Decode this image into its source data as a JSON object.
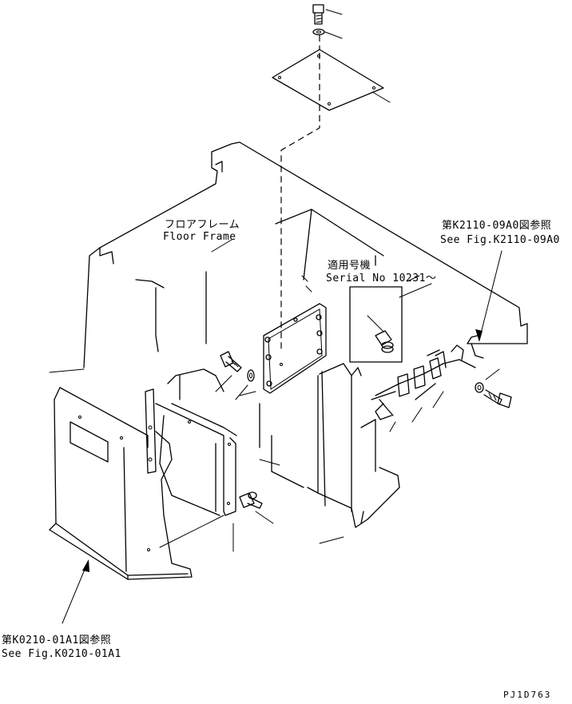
{
  "labels": {
    "floor_frame_jp": "フロアフレーム",
    "floor_frame_en": "Floor Frame",
    "serial_jp": "適用号機",
    "serial_en": "Serial No 10231～",
    "ref_k2110_jp": "第K2110-09A0図参照",
    "ref_k2110_en": "See Fig.K2110-09A0",
    "ref_k0210_jp": "第K0210-01A1図参照",
    "ref_k0210_en": "See Fig.K0210-01A1",
    "drawing_code": "PJ1D763"
  }
}
